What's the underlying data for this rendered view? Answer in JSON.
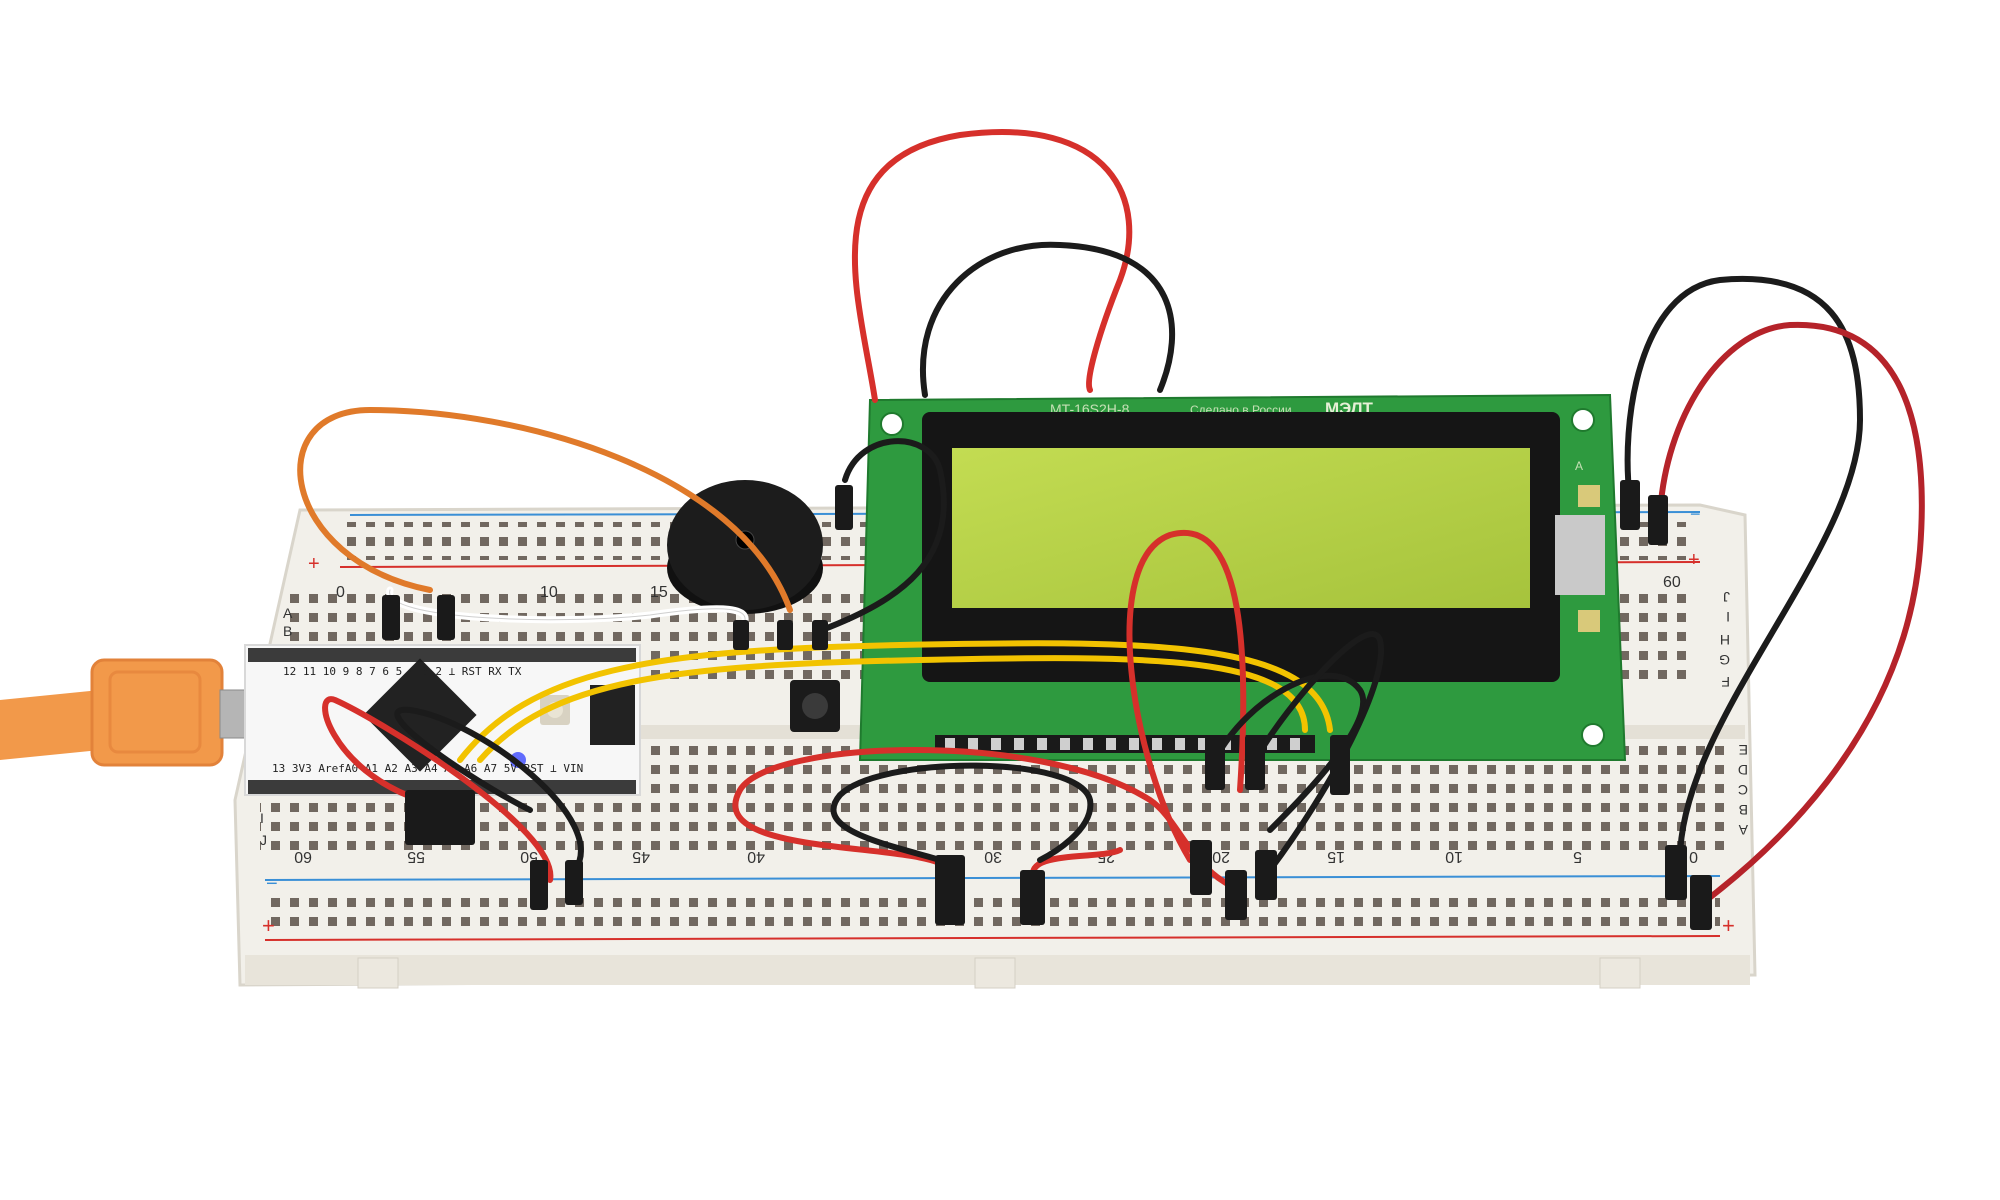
{
  "breadboard": {
    "top_row_letters": [
      "A",
      "B"
    ],
    "top_row_letters_right": [
      "J",
      "I",
      "H",
      "G",
      "F"
    ],
    "bottom_row_letters_left": [
      "I",
      "J"
    ],
    "bottom_row_letters_right": [
      "E",
      "D",
      "C",
      "B",
      "A"
    ],
    "top_numbers": [
      "0",
      "10",
      "15",
      "60"
    ],
    "bottom_numbers": [
      "60",
      "55",
      "50",
      "45",
      "40",
      "30",
      "25",
      "20",
      "15",
      "10",
      "5",
      "0"
    ],
    "plus_sign": "+",
    "minus_sign": "−"
  },
  "lcd": {
    "model_label": "MT-16S2H-8",
    "made_in_label": "Сделано в России",
    "brand_label": "МЭЛТ",
    "pad_label_a": "A",
    "backlight_color": "#b8d24a"
  },
  "microcontroller": {
    "top_pin_labels": "12 11 10 9 8 7 6 5 4 3 2 ⊥ RST RX TX",
    "bottom_pin_labels": "13 3V3 ArefA0 A1 A2 A3 A4 A5 A6 A7 5V RST ⊥ VIN"
  },
  "colors": {
    "wire_red": "#d6302b",
    "wire_black": "#1b1b1b",
    "wire_yellow": "#f2c300",
    "wire_orange": "#e07a2a",
    "wire_white": "#f5f5f5",
    "pcb_green": "#2e9a3f",
    "usb_orange": "#f2994a"
  }
}
